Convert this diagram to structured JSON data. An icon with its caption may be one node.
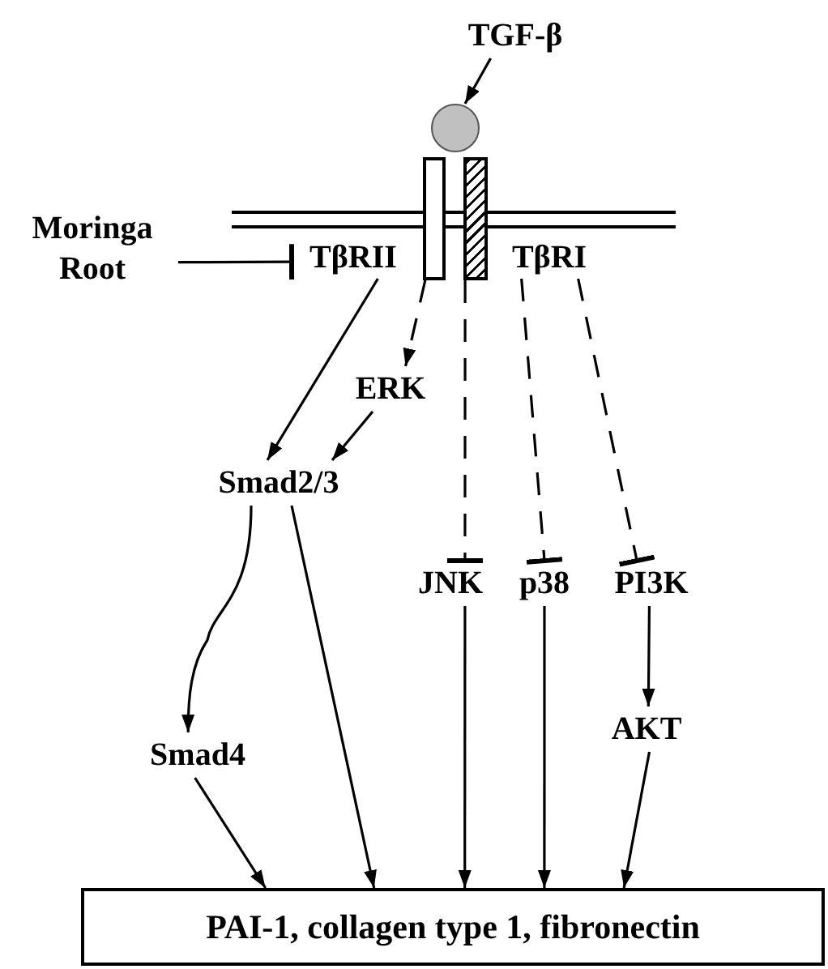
{
  "diagram": {
    "nodes": [
      {
        "text": [
          "TGF-β"
        ]
      },
      {
        "text": [],
        "shape": "circle"
      },
      {
        "text": [],
        "shape": "bar"
      },
      {
        "text": [],
        "shape": "bar"
      },
      {
        "text": [
          "Moringa Root"
        ]
      },
      {
        "text": [
          "TβRII"
        ]
      },
      {
        "text": [
          "TβRI"
        ]
      },
      {
        "text": [
          "ERK"
        ]
      },
      {
        "text": [
          "Smad2/3"
        ]
      },
      {
        "text": [
          "JNK"
        ]
      },
      {
        "text": [
          "p38"
        ]
      },
      {
        "text": [
          "PI3K"
        ]
      },
      {
        "text": [
          "Smad4"
        ]
      },
      {
        "text": [
          "AKT"
        ]
      },
      {
        "text": [
          "PAI-1, collagen type 1, fibronectin"
        ]
      }
    ],
    "edges": [
      {
        "from": 0,
        "to": 1,
        "arrow": "to"
      },
      {
        "from": 4,
        "to": 5,
        "arrow": "other"
      },
      {
        "from": 5,
        "to": 8,
        "arrow": "to"
      },
      {
        "from": 2,
        "to": 7,
        "arrow": "to",
        "style": "dashed"
      },
      {
        "from": 7,
        "to": 8,
        "arrow": "to"
      },
      {
        "from": 3,
        "to": 9,
        "arrow": "other",
        "style": "dashed"
      },
      {
        "from": 6,
        "to": 10,
        "arrow": "other",
        "style": "dashed"
      },
      {
        "from": 6,
        "to": 11,
        "arrow": "other",
        "style": "dashed"
      },
      {
        "from": 8,
        "to": 12,
        "arrow": "to"
      },
      {
        "from": 8,
        "to": 14,
        "arrow": "to"
      },
      {
        "from": 9,
        "to": 14,
        "arrow": "to"
      },
      {
        "from": 10,
        "to": 14,
        "arrow": "to"
      },
      {
        "from": 11,
        "to": 13,
        "arrow": "to"
      },
      {
        "from": 13,
        "to": 14,
        "arrow": "to"
      },
      {
        "from": 12,
        "to": 14,
        "arrow": "to"
      }
    ]
  }
}
